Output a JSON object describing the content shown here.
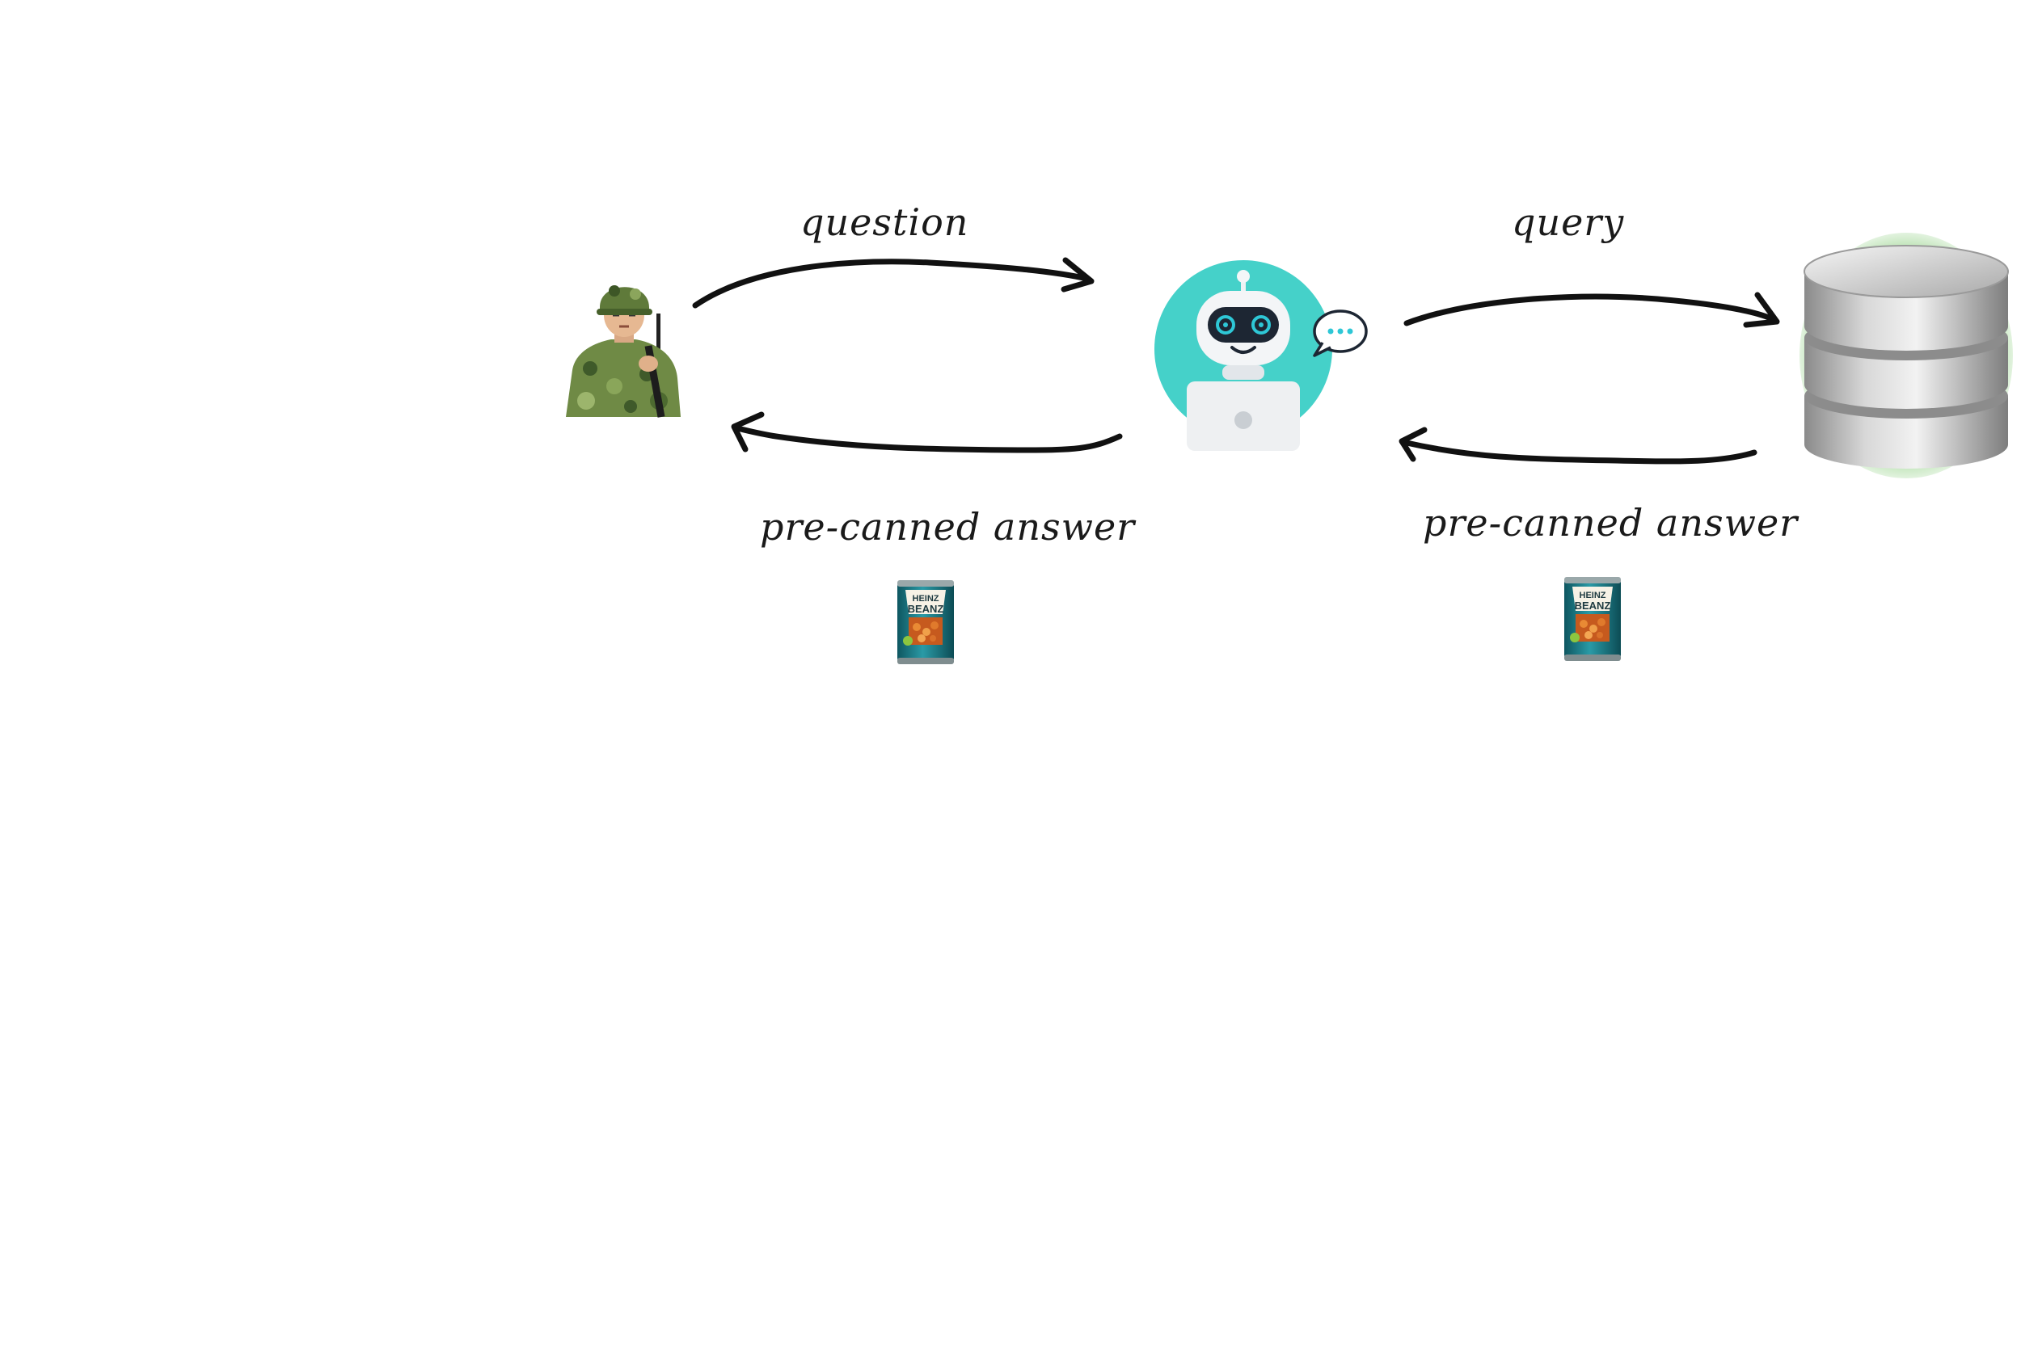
{
  "labels": {
    "question": "question",
    "query": "query",
    "answer_left": "pre-canned answer",
    "answer_right": "pre-canned answer"
  },
  "cans": {
    "brand": "HEINZ",
    "product": "BEANZ"
  },
  "colors": {
    "arrow": "#111111",
    "bot_circle": "#45d1c9",
    "bot_accent": "#2ec7d6",
    "can_teal": "#1e7a86",
    "db_grey": "#b9b9b9",
    "db_glow": "#7ec86f",
    "camo_green": "#5d7a3c"
  },
  "icons": [
    "soldier-icon",
    "chatbot-icon",
    "speech-bubble-icon",
    "database-icon",
    "bean-can-icon"
  ]
}
